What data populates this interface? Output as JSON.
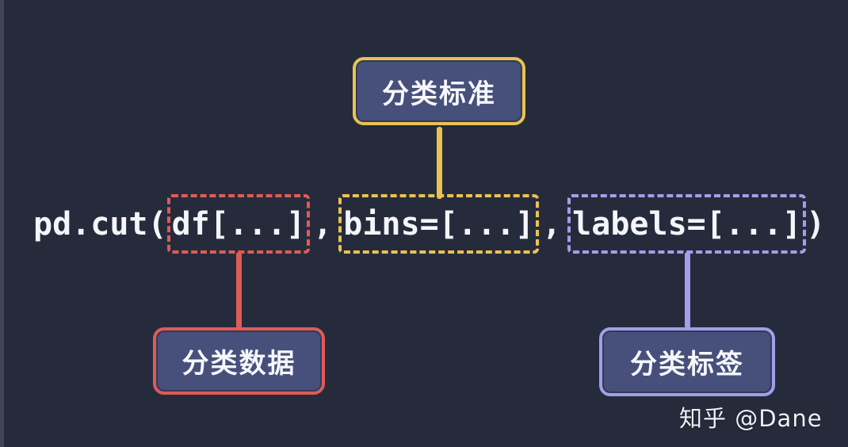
{
  "colors": {
    "background": "#262b3c",
    "yellow": "#eac251",
    "red": "#e05b55",
    "purple": "#a29ee9",
    "box_fill": "#46507a",
    "code_text": "#f3f5f9",
    "label_text": "#f6f7fa",
    "watermark_color": "#edeff3"
  },
  "code": {
    "prefix": "pd.cut(",
    "arg_df": "df[...]",
    "sep1": ",",
    "arg_bins": "bins=[...]",
    "sep2": ",",
    "arg_labels": "labels=[...]",
    "suffix": ")"
  },
  "callouts": {
    "bins_label": "分类标准",
    "df_label": "分类数据",
    "labels_label": "分类标签"
  },
  "watermark": "知乎 @Dane"
}
